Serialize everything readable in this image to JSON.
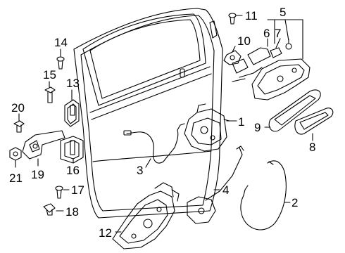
{
  "diagram": {
    "background": "#ffffff",
    "line_color": "#000000",
    "callouts": [
      {
        "id": "c1",
        "label": "1"
      },
      {
        "id": "c2",
        "label": "2"
      },
      {
        "id": "c3",
        "label": "3"
      },
      {
        "id": "c4",
        "label": "4"
      },
      {
        "id": "c5",
        "label": "5"
      },
      {
        "id": "c6",
        "label": "6"
      },
      {
        "id": "c7",
        "label": "7"
      },
      {
        "id": "c8",
        "label": "8"
      },
      {
        "id": "c9",
        "label": "9"
      },
      {
        "id": "c10",
        "label": "10"
      },
      {
        "id": "c11",
        "label": "11"
      },
      {
        "id": "c12",
        "label": "12"
      },
      {
        "id": "c13",
        "label": "13"
      },
      {
        "id": "c14",
        "label": "14"
      },
      {
        "id": "c15",
        "label": "15"
      },
      {
        "id": "c16",
        "label": "16"
      },
      {
        "id": "c17",
        "label": "17"
      },
      {
        "id": "c18",
        "label": "18"
      },
      {
        "id": "c19",
        "label": "19"
      },
      {
        "id": "c20",
        "label": "20"
      },
      {
        "id": "c21",
        "label": "21"
      }
    ]
  }
}
